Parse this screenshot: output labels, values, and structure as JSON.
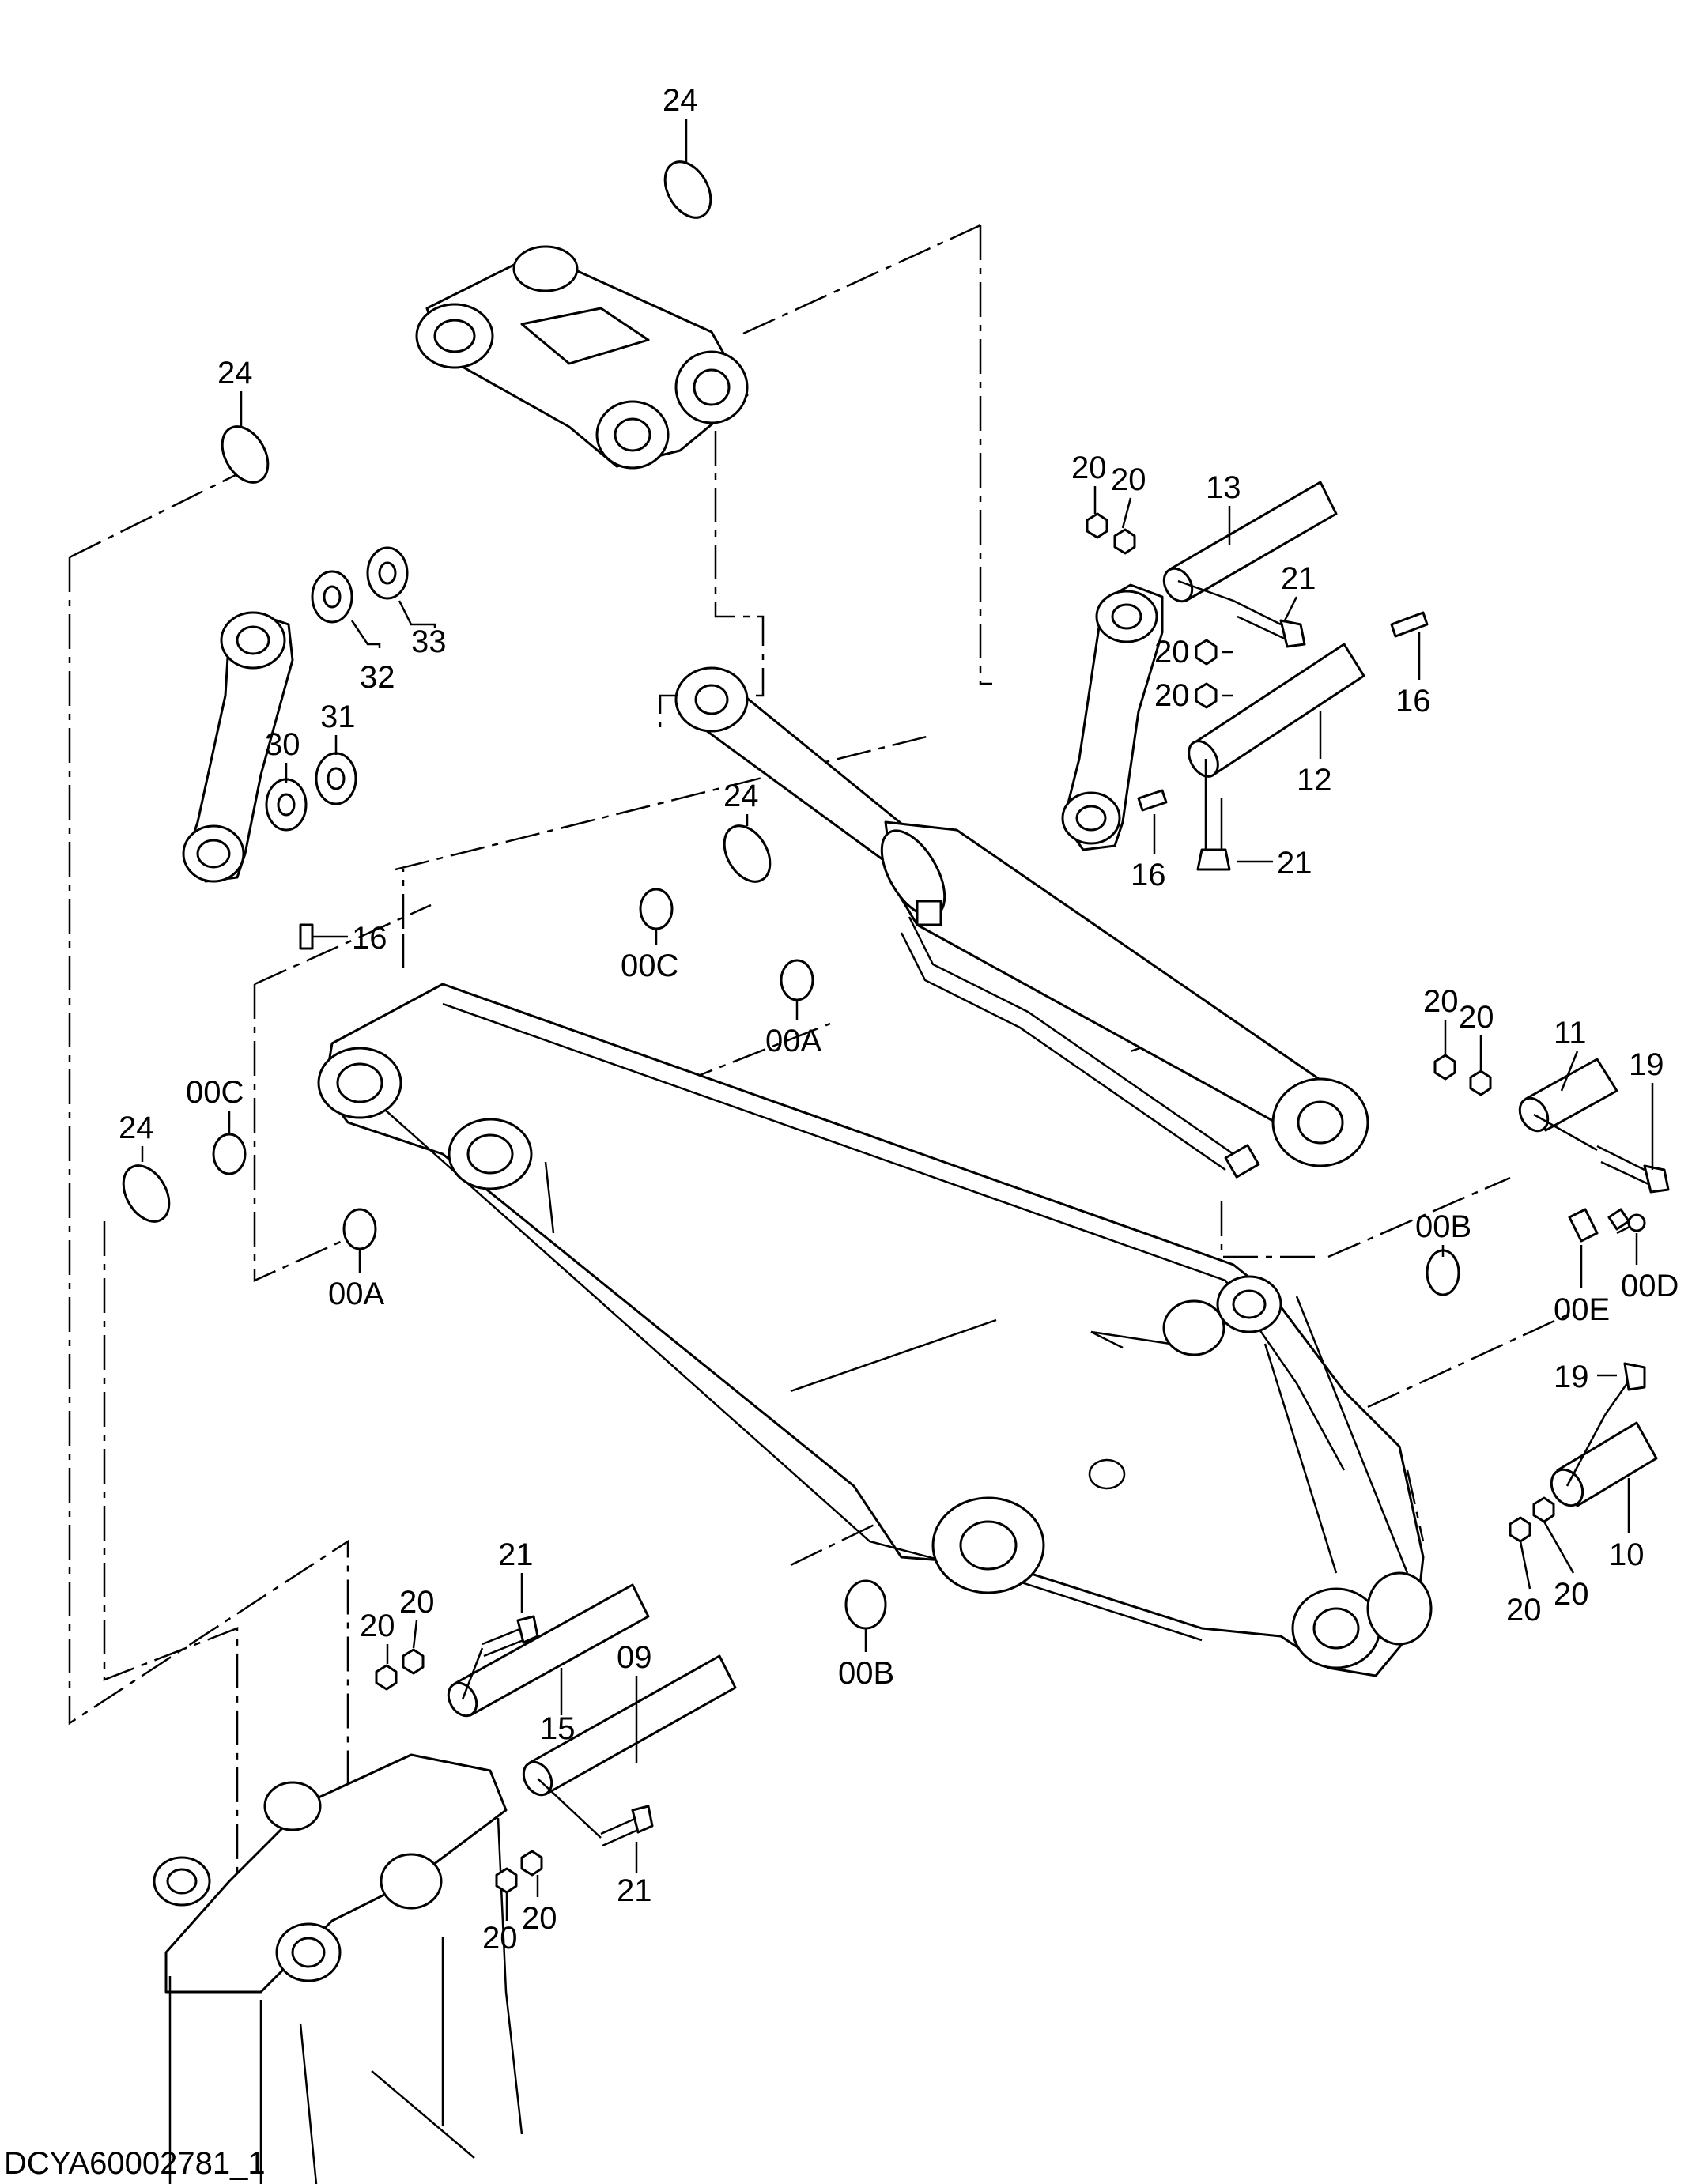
{
  "diagram": {
    "drawing_code": "DCYA60002781_1",
    "callouts": [
      {
        "id": "c01",
        "text": "24"
      },
      {
        "id": "c02",
        "text": "24"
      },
      {
        "id": "c03",
        "text": "33"
      },
      {
        "id": "c04",
        "text": "32"
      },
      {
        "id": "c05",
        "text": "31"
      },
      {
        "id": "c06",
        "text": "30"
      },
      {
        "id": "c07",
        "text": "16"
      },
      {
        "id": "c08",
        "text": "24"
      },
      {
        "id": "c09",
        "text": "00C"
      },
      {
        "id": "c10",
        "text": "00A"
      },
      {
        "id": "c11",
        "text": "00C"
      },
      {
        "id": "c12",
        "text": "24"
      },
      {
        "id": "c13",
        "text": "00A"
      },
      {
        "id": "c14",
        "text": "20"
      },
      {
        "id": "c15",
        "text": "20"
      },
      {
        "id": "c16",
        "text": "13"
      },
      {
        "id": "c17",
        "text": "21"
      },
      {
        "id": "c18",
        "text": "20"
      },
      {
        "id": "c19",
        "text": "20"
      },
      {
        "id": "c20",
        "text": "16"
      },
      {
        "id": "c21",
        "text": "12"
      },
      {
        "id": "c22",
        "text": "16"
      },
      {
        "id": "c23",
        "text": "21"
      },
      {
        "id": "c24",
        "text": "20"
      },
      {
        "id": "c25",
        "text": "20"
      },
      {
        "id": "c26",
        "text": "11"
      },
      {
        "id": "c27",
        "text": "19"
      },
      {
        "id": "c28",
        "text": "00B"
      },
      {
        "id": "c29",
        "text": "00E"
      },
      {
        "id": "c30",
        "text": "00D"
      },
      {
        "id": "c31",
        "text": "19"
      },
      {
        "id": "c32",
        "text": "10"
      },
      {
        "id": "c33",
        "text": "20"
      },
      {
        "id": "c34",
        "text": "20"
      },
      {
        "id": "c35",
        "text": "00B"
      },
      {
        "id": "c36",
        "text": "21"
      },
      {
        "id": "c37",
        "text": "20"
      },
      {
        "id": "c38",
        "text": "20"
      },
      {
        "id": "c39",
        "text": "15"
      },
      {
        "id": "c40",
        "text": "09"
      },
      {
        "id": "c41",
        "text": "21"
      },
      {
        "id": "c42",
        "text": "20"
      },
      {
        "id": "c43",
        "text": "20"
      }
    ]
  }
}
